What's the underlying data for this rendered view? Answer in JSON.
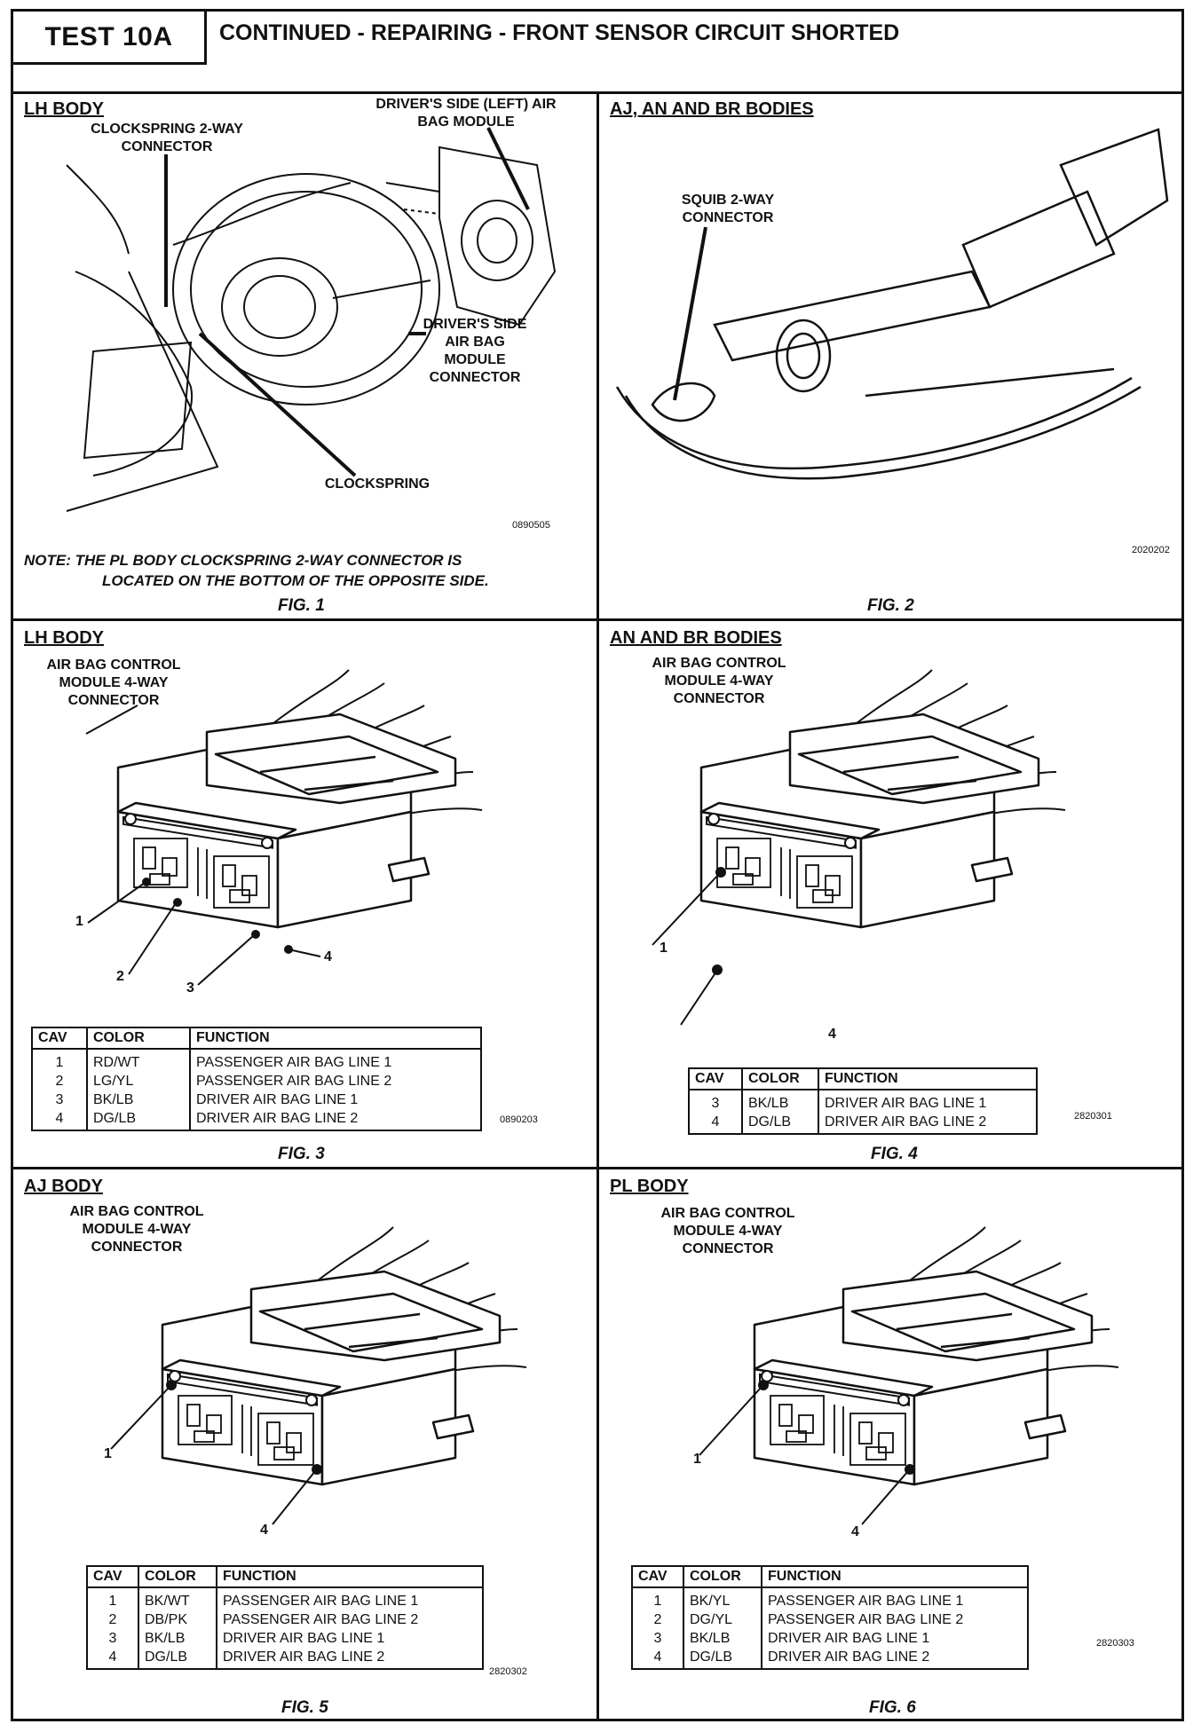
{
  "header": {
    "test": "TEST 10A",
    "title": "CONTINUED - REPAIRING - FRONT SENSOR CIRCUIT SHORTED"
  },
  "fig1": {
    "title": "LH BODY",
    "labels": {
      "clockspring_connector": "CLOCKSPRING 2-WAY CONNECTOR",
      "module": "DRIVER'S SIDE (LEFT) AIR BAG MODULE",
      "module_connector": "DRIVER'S SIDE AIR BAG MODULE CONNECTOR",
      "clockspring": "CLOCKSPRING"
    },
    "code": "0890505",
    "note": "NOTE:  THE PL BODY CLOCKSPRING 2-WAY CONNECTOR IS LOCATED ON THE BOTTOM OF THE OPPOSITE SIDE.",
    "note_line1": "NOTE:  THE PL BODY CLOCKSPRING 2-WAY CONNECTOR IS",
    "note_line2": "LOCATED ON THE BOTTOM OF THE OPPOSITE SIDE.",
    "caption": "FIG. 1"
  },
  "fig2": {
    "title": "AJ, AN AND BR BODIES",
    "labels": {
      "squib": "SQUIB 2-WAY CONNECTOR"
    },
    "code": "2020202",
    "caption": "FIG. 2"
  },
  "fig3": {
    "title": "LH BODY",
    "connector_label": "AIR BAG CONTROL MODULE 4-WAY CONNECTOR",
    "pins": [
      "1",
      "2",
      "3",
      "4"
    ],
    "code": "0890203",
    "caption": "FIG. 3",
    "table": {
      "headers": [
        "CAV",
        "COLOR",
        "FUNCTION"
      ],
      "rows": [
        [
          "1",
          "RD/WT",
          "PASSENGER AIR BAG LINE 1"
        ],
        [
          "2",
          "LG/YL",
          "PASSENGER AIR BAG LINE 2"
        ],
        [
          "3",
          "BK/LB",
          "DRIVER AIR BAG LINE 1"
        ],
        [
          "4",
          "DG/LB",
          "DRIVER AIR BAG LINE 2"
        ]
      ]
    }
  },
  "fig4": {
    "title": "AN AND BR BODIES",
    "connector_label": "AIR BAG CONTROL MODULE 4-WAY CONNECTOR",
    "pins": [
      "1",
      "4"
    ],
    "code": "2820301",
    "caption": "FIG. 4",
    "table": {
      "headers": [
        "CAV",
        "COLOR",
        "FUNCTION"
      ],
      "rows": [
        [
          "3",
          "BK/LB",
          "DRIVER AIR BAG LINE 1"
        ],
        [
          "4",
          "DG/LB",
          "DRIVER AIR BAG LINE 2"
        ]
      ]
    }
  },
  "fig5": {
    "title": "AJ BODY",
    "connector_label": "AIR BAG CONTROL MODULE 4-WAY CONNECTOR",
    "pins": [
      "1",
      "4"
    ],
    "code": "2820302",
    "caption": "FIG. 5",
    "table": {
      "headers": [
        "CAV",
        "COLOR",
        "FUNCTION"
      ],
      "rows": [
        [
          "1",
          "BK/WT",
          "PASSENGER AIR BAG LINE 1"
        ],
        [
          "2",
          "DB/PK",
          "PASSENGER AIR BAG LINE 2"
        ],
        [
          "3",
          "BK/LB",
          "DRIVER AIR BAG LINE 1"
        ],
        [
          "4",
          "DG/LB",
          "DRIVER AIR BAG LINE 2"
        ]
      ]
    }
  },
  "fig6": {
    "title": "PL BODY",
    "connector_label": "AIR BAG CONTROL MODULE 4-WAY CONNECTOR",
    "pins": [
      "1",
      "4"
    ],
    "code": "2820303",
    "caption": "FIG. 6",
    "table": {
      "headers": [
        "CAV",
        "COLOR",
        "FUNCTION"
      ],
      "rows": [
        [
          "1",
          "BK/YL",
          "PASSENGER AIR BAG LINE 1"
        ],
        [
          "2",
          "DG/YL",
          "PASSENGER AIR BAG LINE 2"
        ],
        [
          "3",
          "BK/LB",
          "DRIVER AIR BAG LINE 1"
        ],
        [
          "4",
          "DG/LB",
          "DRIVER AIR BAG LINE 2"
        ]
      ]
    }
  }
}
